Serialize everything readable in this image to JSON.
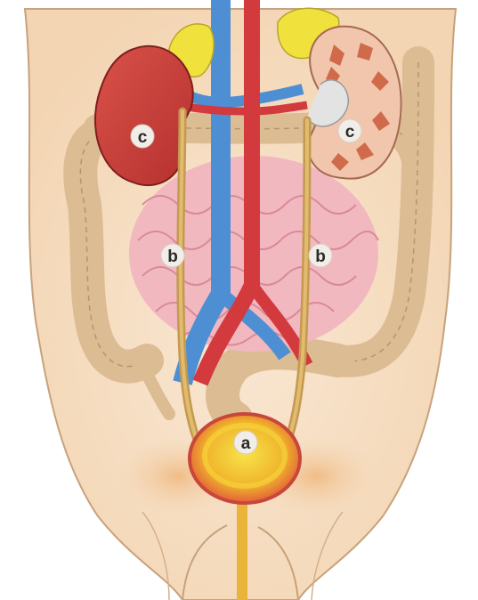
{
  "labels": {
    "bladder": "a",
    "ureter_left": "b",
    "ureter_right": "b",
    "kidney_left": "c",
    "kidney_right": "c"
  }
}
